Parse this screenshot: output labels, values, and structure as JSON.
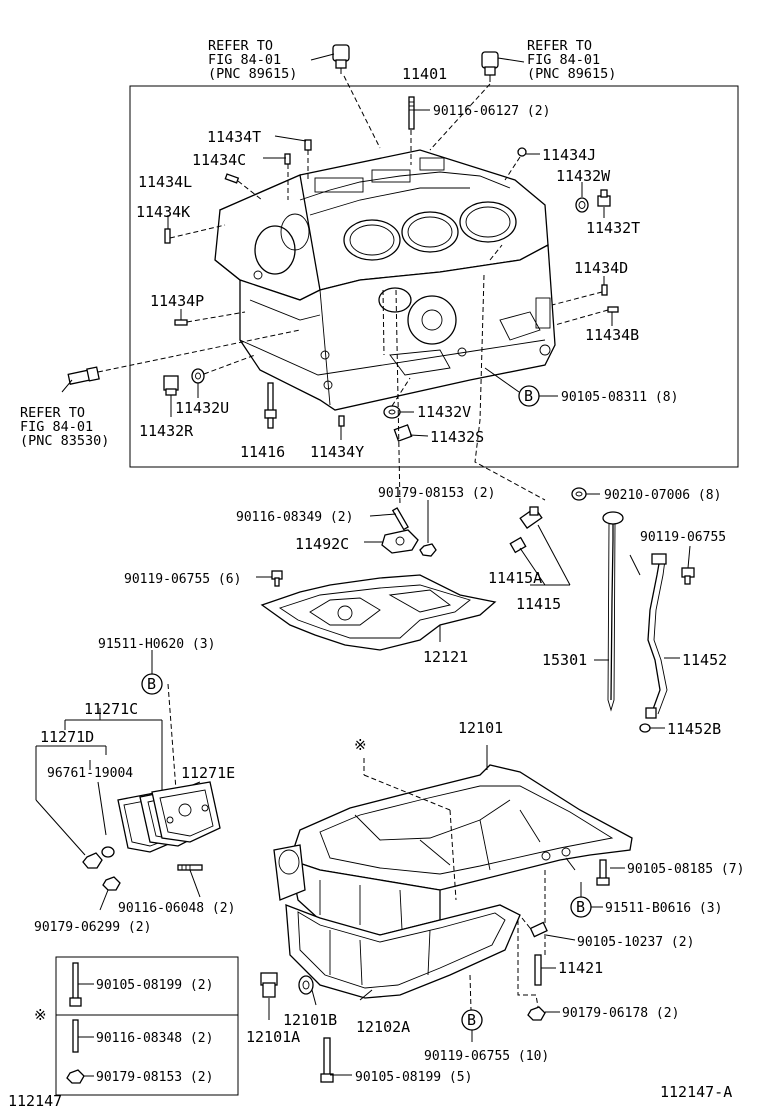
{
  "diagram": {
    "refs": [
      {
        "lines": [
          "REFER TO",
          "FIG 84-01",
          "(PNC 89615)"
        ]
      },
      {
        "lines": [
          "REFER TO",
          "FIG 84-01",
          "(PNC 89615)"
        ]
      },
      {
        "lines": [
          "REFER TO",
          "FIG 84-01",
          "(PNC 83530)"
        ]
      }
    ],
    "labels": {
      "p11401": "11401",
      "p90116_06127": "90116-06127 (2)",
      "p11434T": "11434T",
      "p11434C": "11434C",
      "p11434L": "11434L",
      "p11434K": "11434K",
      "p11434J": "11434J",
      "p11432W": "11432W",
      "p11432T": "11432T",
      "p11434D": "11434D",
      "p11434P": "11434P",
      "p11434B": "11434B",
      "p11432U": "11432U",
      "p11432R": "11432R",
      "p90105_08311": "90105-08311 (8)",
      "p11432V": "11432V",
      "p11432S": "11432S",
      "p11416": "11416",
      "p11434Y": "11434Y",
      "p90179_08153a": "90179-08153 (2)",
      "p90210_07006": "90210-07006 (8)",
      "p90116_08349": "90116-08349 (2)",
      "p11492C": "11492C",
      "p90119_06755a": "90119-06755",
      "p90119_06755b": "90119-06755 (6)",
      "p11415A": "11415A",
      "p11415": "11415",
      "p12121": "12121",
      "p15301": "15301",
      "p11452": "11452",
      "p91511_H0620": "91511-H0620 (3)",
      "p11452B": "11452B",
      "p11271C": "11271C",
      "p12101": "12101",
      "p11271D": "11271D",
      "p96761_19004": "96761-19004",
      "p11271E": "11271E",
      "p90105_08185": "90105-08185 (7)",
      "p90116_06048": "90116-06048 (2)",
      "p91511_B0616": "91511-B0616 (3)",
      "p90179_06299": "90179-06299 (2)",
      "p90105_10237": "90105-10237 (2)",
      "p11421": "11421",
      "p90105_08199a": "90105-08199 (2)",
      "p12101B": "12101B",
      "p90179_06178": "90179-06178 (2)",
      "p90116_08348": "90116-08348 (2)",
      "p12101A": "12101A",
      "p12102A": "12102A",
      "p90119_06755c": "90119-06755 (10)",
      "p90179_08153b": "90179-08153 (2)",
      "p90105_08199b": "90105-08199 (5)"
    },
    "circle_marker": "B",
    "asterisk": "※",
    "corner_left": "112147",
    "corner_right": "112147-A"
  }
}
